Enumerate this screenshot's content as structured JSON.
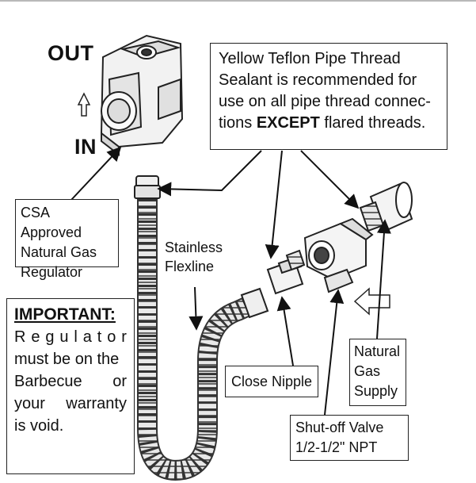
{
  "labels": {
    "out": "OUT",
    "in": "IN",
    "note": {
      "l1": "Yellow Teflon Pipe Thread",
      "l2": "Sealant is recommended for",
      "l3": "use on all pipe thread connec-",
      "l4_pre": "tions ",
      "l4_bold": "EXCEPT",
      "l4_post": " flared threads."
    },
    "csa": [
      "CSA Approved",
      "Natural Gas",
      "Regulator"
    ],
    "flexline": [
      "Stainless",
      "Flexline"
    ],
    "important": {
      "heading": "IMPORTANT:",
      "l1": [
        "R",
        "e",
        "g",
        "u",
        "l",
        "a",
        "t",
        "o",
        "r"
      ],
      "l2": "must be on the",
      "l3a": "Barbecue",
      "l3b": "or",
      "l4a": "your",
      "l4b": "warranty",
      "l5": "is void."
    },
    "close_nipple": "Close Nipple",
    "gas_supply": [
      "Natural",
      "Gas",
      "Supply"
    ],
    "shutoff": [
      "Shut-off Valve",
      "1/2-1/2\" NPT"
    ]
  }
}
